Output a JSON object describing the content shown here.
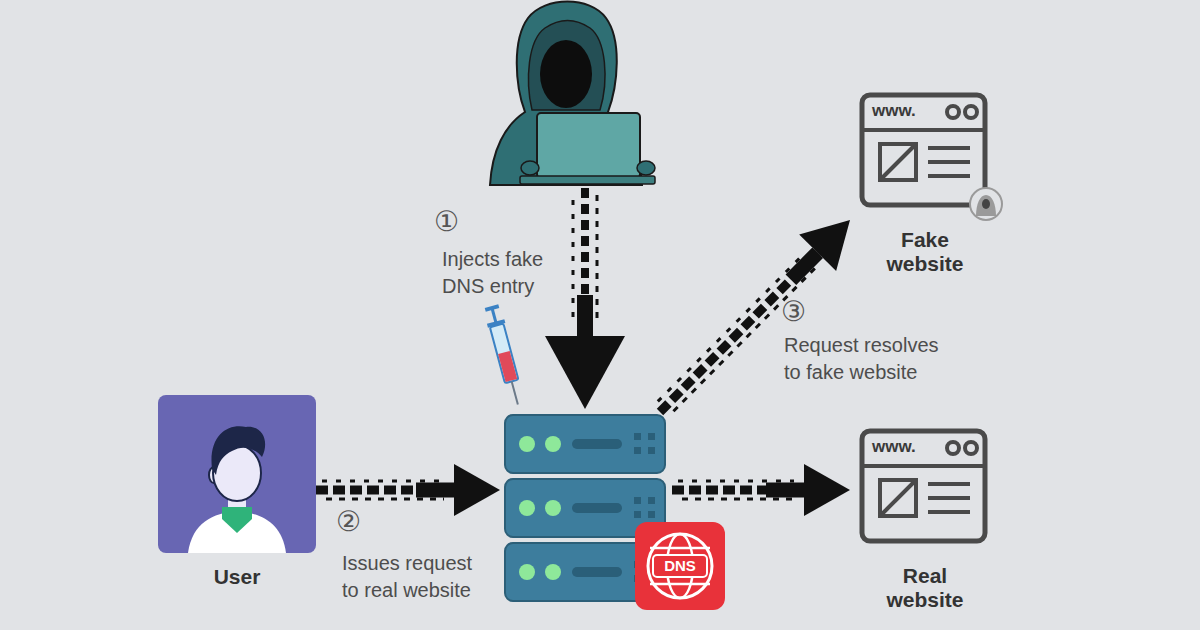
{
  "diagram": {
    "nodes": [
      {
        "text": [
          "User"
        ]
      },
      {
        "text": [
          "DNS"
        ]
      },
      {
        "text": [
          "www.",
          "Fake website"
        ]
      },
      {
        "text": [
          "www.",
          "Real website"
        ]
      }
    ],
    "edges": [
      {
        "from": 0,
        "to": 1,
        "arrow": "to"
      },
      {
        "from": 1,
        "to": 2,
        "arrow": "to"
      },
      {
        "from": 1,
        "to": 3,
        "arrow": "to"
      }
    ],
    "labels": [
      "①",
      "Injects fake DNS entry",
      "②",
      "Issues request to real website",
      "③",
      "Request resolves to fake website"
    ]
  }
}
